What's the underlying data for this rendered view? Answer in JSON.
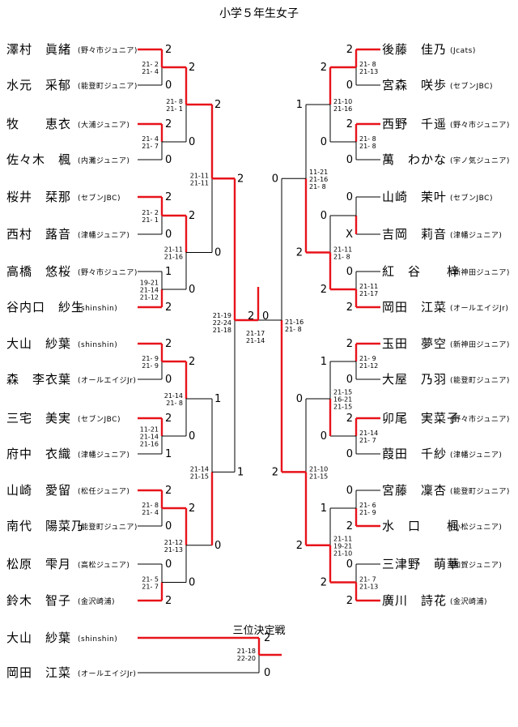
{
  "title": "小学５年生女子",
  "third_place_title": "三位決定戦",
  "left_players": [
    {
      "name": "澤村　眞緒",
      "team": "(野々市ジュニア)"
    },
    {
      "name": "水元　采郁",
      "team": "(能登町ジュニア)"
    },
    {
      "name": "牧　　恵衣",
      "team": "(大浦ジュニア)"
    },
    {
      "name": "佐々木　楓",
      "team": "(内灘ジュニア)"
    },
    {
      "name": "桜井　栞那",
      "team": "(セブンJBC)"
    },
    {
      "name": "西村　蕗音",
      "team": "(津幡ジュニア)"
    },
    {
      "name": "高橋　悠桜",
      "team": "(野々市ジュニア)"
    },
    {
      "name": "谷内口　紗生",
      "team": "(shinshin)"
    },
    {
      "name": "大山　紗葉",
      "team": "(shinshin)"
    },
    {
      "name": "森　李衣葉",
      "team": "(オールエイジJr)"
    },
    {
      "name": "三宅　美実",
      "team": "(セブンJBC)"
    },
    {
      "name": "府中　衣織",
      "team": "(津幡ジュニア)"
    },
    {
      "name": "山崎　愛留",
      "team": "(松任ジュニア)"
    },
    {
      "name": "南代　陽菜乃",
      "team": "(能登町ジュニア)"
    },
    {
      "name": "松原　雫月",
      "team": "(高松ジュニア)"
    },
    {
      "name": "鈴木　智子",
      "team": "(金沢崎浦)"
    }
  ],
  "right_players": [
    {
      "name": "後藤　佳乃",
      "team": "(Jcats)"
    },
    {
      "name": "宮森　咲歩",
      "team": "(セブンJBC)"
    },
    {
      "name": "西野　千遥",
      "team": "(野々市ジュニア)"
    },
    {
      "name": "萬　わかな",
      "team": "(宇ノ気ジュニア)"
    },
    {
      "name": "山崎　茉叶",
      "team": "(セブンJBC)"
    },
    {
      "name": "吉岡　莉音",
      "team": "(津幡ジュニア)"
    },
    {
      "name": "紅　谷　　梓",
      "team": "(新神田ジュニア)"
    },
    {
      "name": "岡田　江菜",
      "team": "(オールエイジJr)"
    },
    {
      "name": "玉田　夢空",
      "team": "(新神田ジュニア)"
    },
    {
      "name": "大屋　乃羽",
      "team": "(能登町ジュニア)"
    },
    {
      "name": "卯尾　実菜子",
      "team": "(野々市ジュニア)"
    },
    {
      "name": "葭田　千紗",
      "team": "(津幡ジュニア)"
    },
    {
      "name": "宮藤　凜杏",
      "team": "(能登町ジュニア)"
    },
    {
      "name": "水　口　　楓",
      "team": "(小松ジュニア)"
    },
    {
      "name": "三津野　萌華",
      "team": "(加賀ジュニア)"
    },
    {
      "name": "廣川　詩花",
      "team": "(金沢崎浦)"
    }
  ],
  "third_place_players": [
    {
      "name": "大山　紗葉",
      "team": "(shinshin)"
    },
    {
      "name": "岡田　江菜",
      "team": "(オールエイジJr)"
    }
  ],
  "left_r1_scores": [
    "2",
    "0",
    "2",
    "0",
    "2",
    "0",
    "1",
    "2",
    "2",
    "0",
    "2",
    "1",
    "2",
    "0",
    "0",
    "2"
  ],
  "right_r1_scores": [
    "2",
    "0",
    "2",
    "0",
    "0",
    "X",
    "0",
    "2",
    "2",
    "0",
    "2",
    "0",
    "0",
    "2",
    "0",
    "2"
  ],
  "left_r1_details": [
    [
      "21- 2",
      "21- 4"
    ],
    [
      "21- 4",
      "21- 7"
    ],
    [
      "21- 2",
      "21- 1"
    ],
    [
      "19-21",
      "21-14",
      "21-12"
    ],
    [
      "21- 9",
      "21- 9"
    ],
    [
      "11-21",
      "21-14",
      "21-16"
    ],
    [
      "21- 8",
      "21- 4"
    ],
    [
      "21- 5",
      "21- 7"
    ]
  ],
  "right_r1_details": [
    [
      "21- 8",
      "21-13"
    ],
    [
      "21- 8",
      "21- 8"
    ],
    [],
    [
      "21-11",
      "21-17"
    ],
    [
      "21- 9",
      "21-12"
    ],
    [
      "21-14",
      "21- 7"
    ],
    [
      "21- 6",
      "21- 9"
    ],
    [
      "21- 7",
      "21-13"
    ]
  ],
  "left_r2_scores": [
    "2",
    "0",
    "2",
    "0",
    "2",
    "0",
    "2",
    "0"
  ],
  "right_r2_scores": [
    "2",
    "0",
    "0",
    "2",
    "1",
    "0",
    "1",
    "2"
  ],
  "left_r2_details": [
    [
      "21- 8",
      "21- 1"
    ],
    [
      "21-11",
      "21-16"
    ],
    [
      "21-14",
      "21- 8"
    ],
    [
      "21-12",
      "21-13"
    ]
  ],
  "right_r2_details": [
    [
      "21-10",
      "21-16"
    ],
    [
      "21-11",
      "21- 8"
    ],
    [
      "21-15",
      "16-21",
      "21-15"
    ],
    [
      "21-11",
      "19-21",
      "21-10"
    ]
  ],
  "left_r3_scores": [
    "2",
    "0",
    "1",
    "0"
  ],
  "right_r3_scores": [
    "1",
    "2",
    "0",
    "2"
  ],
  "left_r3_details": [
    [
      "21-11",
      "21-11"
    ],
    [
      "21-14",
      "21-15"
    ]
  ],
  "right_r3_details": [
    [
      "11-21",
      "21-16",
      "21- 8"
    ],
    [
      "21-10",
      "21-15"
    ]
  ],
  "left_sf_scores": [
    "2",
    "1"
  ],
  "right_sf_scores": [
    "0",
    "2"
  ],
  "left_sf_details": [
    "21-19",
    "22-24",
    "21-18"
  ],
  "right_sf_details": [
    "21-16",
    "21- 8"
  ],
  "final_scores": [
    "2",
    "0"
  ],
  "final_details": [
    "21-17",
    "21-14"
  ],
  "third_place_scores": [
    "2",
    "0"
  ],
  "third_place_details": [
    "21-18",
    "22-20"
  ],
  "colors": {
    "winner": "#e8131b",
    "line": "#000000"
  }
}
